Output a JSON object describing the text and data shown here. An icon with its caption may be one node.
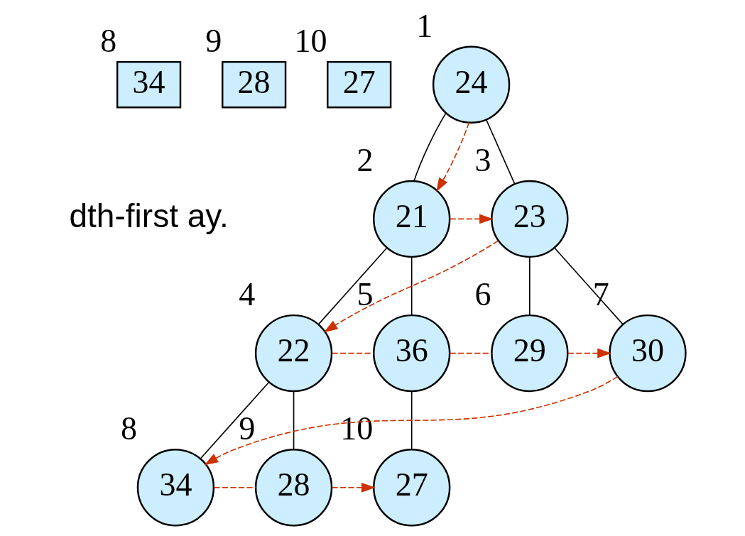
{
  "diagram": {
    "nodes": [
      {
        "text": [
          "34"
        ],
        "beside": [
          "8"
        ]
      },
      {
        "text": [
          "28"
        ],
        "beside": [
          "9"
        ]
      },
      {
        "text": [
          "27"
        ],
        "beside": [
          "10"
        ]
      },
      {
        "text": [
          "24"
        ],
        "beside": [
          "1"
        ]
      },
      {
        "text": [
          "21"
        ],
        "beside": [
          "2"
        ]
      },
      {
        "text": [
          "23"
        ],
        "beside": [
          "3"
        ]
      },
      {
        "text": [
          "22"
        ],
        "beside": [
          "4"
        ]
      },
      {
        "text": [
          "36"
        ],
        "beside": [
          "5"
        ]
      },
      {
        "text": [
          "29"
        ],
        "beside": [
          "6"
        ]
      },
      {
        "text": [
          "30"
        ],
        "beside": [
          "7"
        ]
      },
      {
        "text": [
          "34"
        ],
        "beside": [
          "8"
        ]
      },
      {
        "text": [
          "28"
        ],
        "beside": [
          "9"
        ]
      },
      {
        "text": [
          "27"
        ],
        "beside": [
          "10"
        ]
      }
    ],
    "edges": [
      {
        "from": 3,
        "to": 4,
        "arrow": "none"
      },
      {
        "from": 3,
        "to": 5,
        "arrow": "none"
      },
      {
        "from": 4,
        "to": 6,
        "arrow": "none"
      },
      {
        "from": 4,
        "to": 7,
        "arrow": "none"
      },
      {
        "from": 5,
        "to": 8,
        "arrow": "none"
      },
      {
        "from": 5,
        "to": 9,
        "arrow": "none"
      },
      {
        "from": 6,
        "to": 10,
        "arrow": "none"
      },
      {
        "from": 6,
        "to": 11,
        "arrow": "none"
      },
      {
        "from": 7,
        "to": 12,
        "arrow": "none"
      },
      {
        "from": 3,
        "to": 4,
        "arrow": "to",
        "style": "dashed",
        "color": "#cc3300"
      },
      {
        "from": 4,
        "to": 5,
        "arrow": "to",
        "style": "dashed",
        "color": "#cc3300"
      },
      {
        "from": 5,
        "to": 6,
        "arrow": "to",
        "style": "dashed",
        "color": "#cc3300"
      },
      {
        "from": 6,
        "to": 7,
        "arrow": "none",
        "style": "dashed",
        "color": "#cc3300"
      },
      {
        "from": 7,
        "to": 8,
        "arrow": "none",
        "style": "dashed",
        "color": "#cc3300"
      },
      {
        "from": 8,
        "to": 9,
        "arrow": "to",
        "style": "dashed",
        "color": "#cc3300"
      },
      {
        "from": 9,
        "to": 10,
        "arrow": "to",
        "style": "dashed",
        "color": "#cc3300"
      },
      {
        "from": 10,
        "to": 11,
        "arrow": "none",
        "style": "dashed",
        "color": "#cc3300"
      },
      {
        "from": 11,
        "to": 12,
        "arrow": "to",
        "style": "dashed",
        "color": "#cc3300"
      }
    ],
    "labels": [
      "dth-first ay."
    ]
  }
}
